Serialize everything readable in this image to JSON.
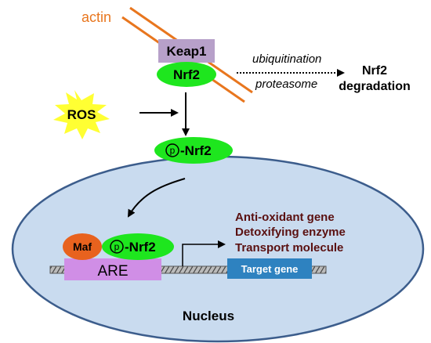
{
  "labels": {
    "actin": "actin",
    "keap1": "Keap1",
    "nrf2": "Nrf2",
    "ubiquitination": "ubiquitination",
    "proteasome": "proteasome",
    "nrf2_degradation_line1": "Nrf2",
    "nrf2_degradation_line2": "degradation",
    "ros": "ROS",
    "p_symbol": "p",
    "p_nrf2": "-Nrf2",
    "maf": "Maf",
    "are": "ARE",
    "target_gene": "Target gene",
    "nucleus": "Nucleus"
  },
  "gene_products": [
    "Anti-oxidant gene",
    "Detoxifying enzyme",
    "Transport molecule"
  ],
  "colors": {
    "actin": "#e8761e",
    "keap1": "#b7a0c9",
    "nrf2": "#1ee61e",
    "ros": "#ffff33",
    "nucleus_fill": "#c9dbef",
    "nucleus_stroke": "#3c5d8c",
    "maf": "#e8621e",
    "are": "#d08ee6",
    "target_gene": "#2e82c0",
    "gene_text": "#5a1010",
    "dna": "#777777"
  }
}
